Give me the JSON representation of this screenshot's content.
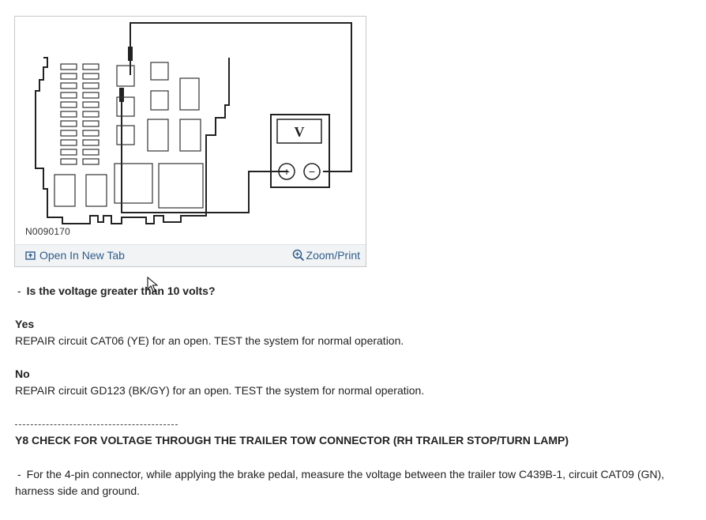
{
  "figure": {
    "id_label": "N0090170",
    "meter_label": "V",
    "plus_symbol": "+",
    "minus_symbol": "−",
    "open_new_tab_label": "Open In New Tab",
    "zoom_print_label": "Zoom/Print"
  },
  "question": {
    "dash": "-",
    "text": "Is the voltage greater than 10 volts?"
  },
  "yes_answer": {
    "label": "Yes",
    "text": "REPAIR circuit CAT06 (YE) for an open. TEST the system for normal operation."
  },
  "no_answer": {
    "label": "No",
    "text": "REPAIR circuit GD123 (BK/GY) for an open. TEST the system for normal operation."
  },
  "next_step": {
    "title": "Y8 CHECK FOR VOLTAGE THROUGH THE TRAILER TOW CONNECTOR (RH TRAILER STOP/TURN LAMP)",
    "dash": "-",
    "instruction": "For the 4-pin connector, while applying the brake pedal, measure the voltage between the trailer tow C439B-1, circuit CAT09 (GN), harness side and ground."
  }
}
